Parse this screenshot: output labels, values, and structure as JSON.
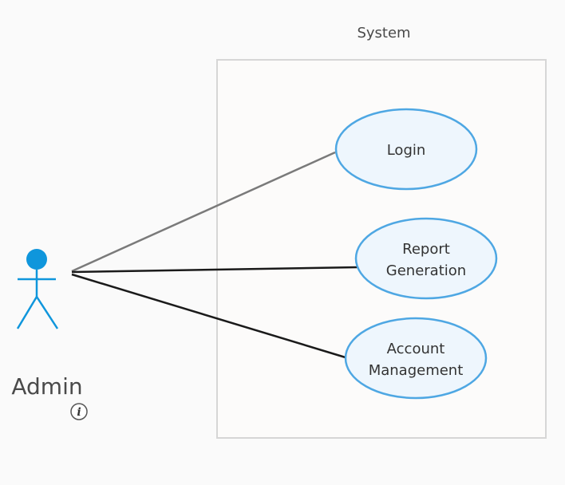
{
  "system": {
    "title": "System"
  },
  "actor": {
    "name": "Admin",
    "color": "#0f96dc",
    "info_icon": "info-icon"
  },
  "use_cases": [
    {
      "id": "login",
      "lines": [
        "Login"
      ]
    },
    {
      "id": "report-generation",
      "lines": [
        "Report",
        "Generation"
      ]
    },
    {
      "id": "account-management",
      "lines": [
        "Account",
        "Management"
      ]
    }
  ],
  "colors": {
    "use_case_fill": "#eef6fd",
    "use_case_stroke": "#4ea7e3",
    "system_fill": "#fcfbfa",
    "system_stroke": "#d6d6d6",
    "association_gray": "#7a7a7a",
    "association_dark": "#1a1a1a"
  }
}
